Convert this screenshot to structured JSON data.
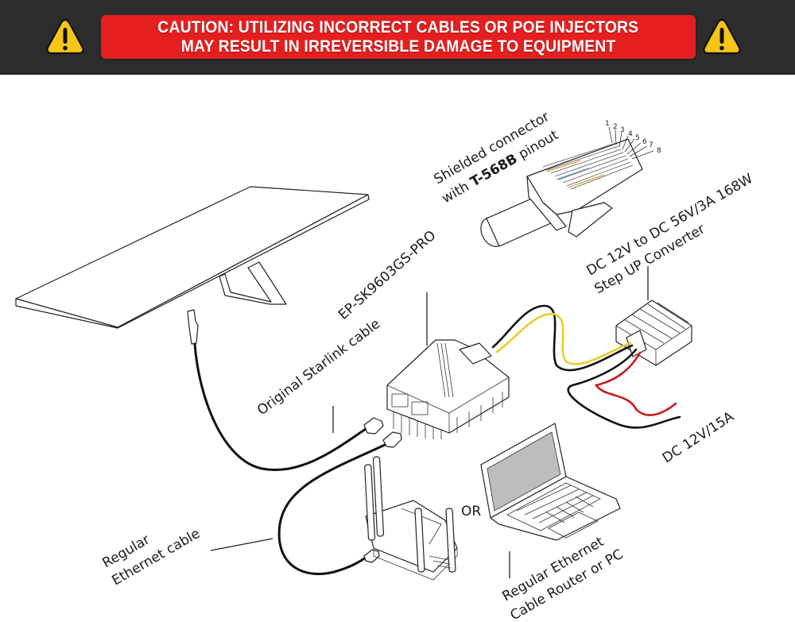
{
  "banner": {
    "line1": "CAUTION: UTILIZING INCORRECT CABLES OR POE INJECTORS",
    "line2": "MAY RESULT IN IRREVERSIBLE DAMAGE TO EQUIPMENT",
    "icon": "warning-triangle-icon",
    "colors": {
      "background": "#2c2c2c",
      "box": "#e51f1f",
      "icon_fill": "#f5c518",
      "text": "#ffffff"
    }
  },
  "labels": {
    "connector_line1": "Shielded connector",
    "connector_line2_prefix": "with ",
    "connector_line2_bold": "T-568B",
    "connector_line2_suffix": " pinout",
    "converter_line1": "DC 12V to DC 56V/3A 168W",
    "converter_line2": "Step UP Converter",
    "injector": "EP-SK9603GS-PRO",
    "starlink_cable": "Original Starlink cable",
    "dc_input": "DC 12V/15A",
    "ethernet_cable_line1": "Regular",
    "ethernet_cable_line2": "Ethernet cable",
    "or": "OR",
    "router_pc_line1": "Regular Ethernet",
    "router_pc_line2": "Cable Router or PC"
  },
  "pinout_numbers": [
    "1",
    "2",
    "3",
    "4",
    "5",
    "6",
    "7",
    "8"
  ],
  "wire_colors": {
    "positive": "#c8191f",
    "output": "#e8cc2a",
    "ground": "#111111"
  }
}
